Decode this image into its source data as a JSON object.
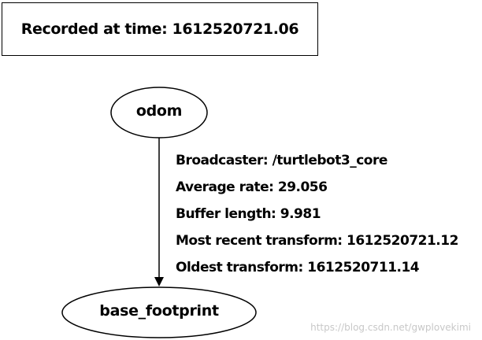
{
  "header": {
    "text": "Recorded at time: 1612520721.06"
  },
  "nodes": {
    "parent": "odom",
    "child": "base_footprint"
  },
  "edge": {
    "broadcaster": "Broadcaster: /turtlebot3_core",
    "average_rate": "Average rate: 29.056",
    "buffer_length": "Buffer length: 9.981",
    "most_recent_transform": "Most recent transform: 1612520721.12",
    "oldest_transform": "Oldest transform: 1612520711.14"
  },
  "watermark": "https://blog.csdn.net/gwplovekimi"
}
